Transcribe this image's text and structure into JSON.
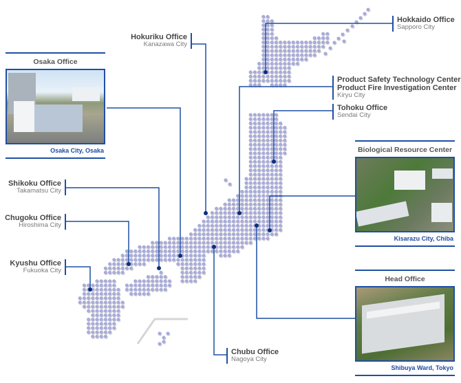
{
  "offices": {
    "hokkaido": {
      "name": "Hokkaido Office",
      "city": "Sapporo City"
    },
    "kiryu": {
      "name1": "Product Safety Technology Center",
      "name2": "Product Fire Investigation Center",
      "city": "Kiryu City"
    },
    "tohoku": {
      "name": "Tohoku Office",
      "city": "Sendai City"
    },
    "hokuriku": {
      "name": "Hokuriku Office",
      "city": "Kanazawa City"
    },
    "chubu": {
      "name": "Chubu Office",
      "city": "Nagoya City"
    },
    "shikoku": {
      "name": "Shikoku Office",
      "city": "Takamatsu City"
    },
    "chugoku": {
      "name": "Chugoku Office",
      "city": "Hiroshima City"
    },
    "kyushu": {
      "name": "Kyushu Office",
      "city": "Fukuoka City"
    }
  },
  "cards": {
    "osaka": {
      "title": "Osaka Office",
      "caption": "Osaka City, Osaka"
    },
    "bio": {
      "title": "Biological Resource Center",
      "caption": "Kisarazu City, Chiba"
    },
    "head": {
      "title": "Head Office",
      "caption": "Shibuya Ward, Tokyo"
    }
  },
  "colors": {
    "dot": "#a9acd8",
    "accent": "#1f4fa3",
    "marker": "#0b2f7a"
  }
}
